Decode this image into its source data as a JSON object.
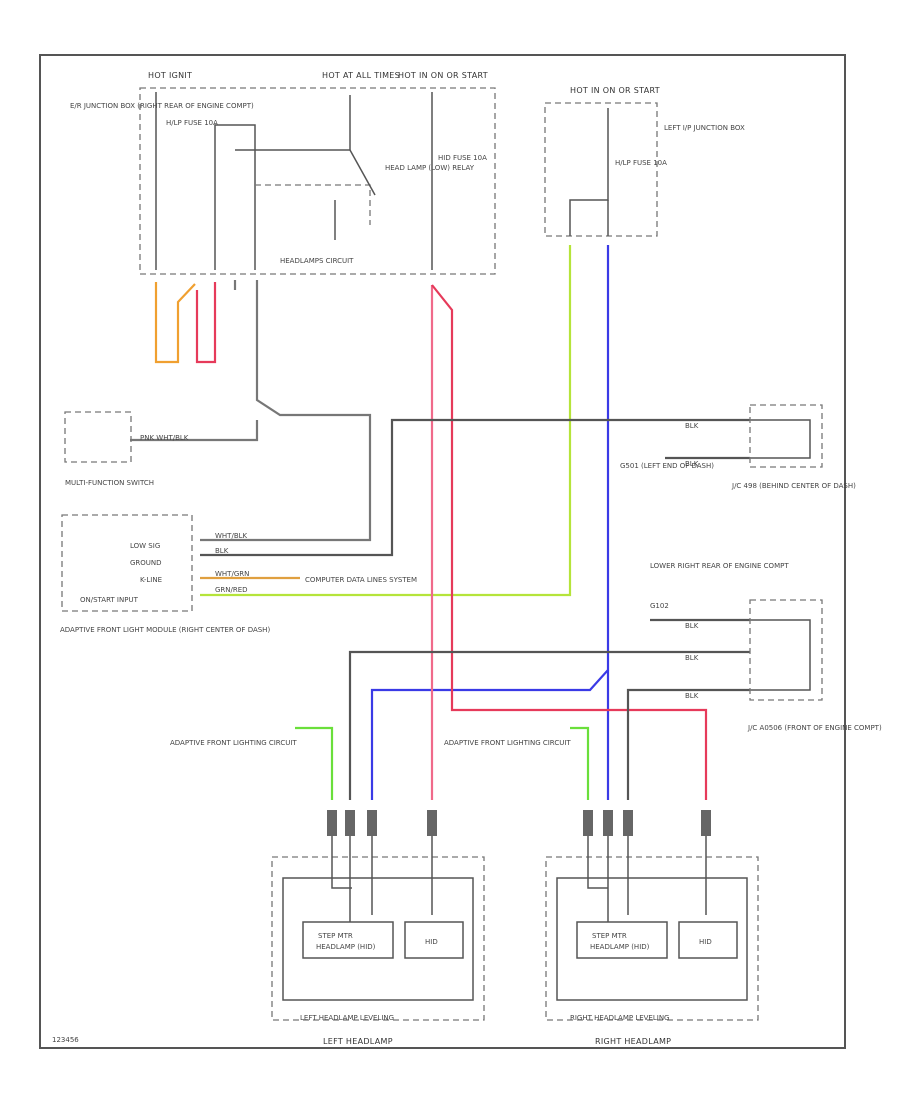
{
  "colors": {
    "black": "#5a5a5a",
    "red": "#e63a5a",
    "pink": "#f06a8a",
    "green": "#6adf3a",
    "lime": "#b5e43a",
    "blue": "#3a3ae6",
    "orange": "#f0a030",
    "yellow": "#e0e070",
    "gray": "#777777"
  },
  "labels": {
    "hot_at_all_times": "HOT AT ALL TIMES",
    "hot_in_on_1": "HOT IN ON OR START",
    "hot_in_on_2": "HOT IN ON OR START",
    "hot_ign": "HOT IGNIT",
    "er_junction_box": "E/R JUNCTION BOX (RIGHT REAR OF ENGINE COMPT)",
    "hid_fuse": "H/LP FUSE 10A",
    "hid_fuse_2": "HID FUSE 10A",
    "hid_fuse_3": "H/LP FUSE 10A",
    "head_lamp_relay": "HEAD LAMP (LOW) RELAY",
    "headlamps_circuit": "HEADLAMPS CIRCUIT",
    "left_ip_junction": "LEFT I/P JUNCTION BOX",
    "multifunction_switch": "MULTI-FUNCTION SWITCH",
    "g501": "G501 (LEFT END OF DASH)",
    "jc_498": "J/C 498 (BEHIND CENTER OF DASH)",
    "low_sig": "LOW SIG",
    "ground": "GROUND",
    "k_line": "K-LINE",
    "on_start_input": "ON/START INPUT",
    "computer_data": "COMPUTER DATA LINES SYSTEM",
    "afl_module": "ADAPTIVE FRONT LIGHT MODULE (RIGHT CENTER OF DASH)",
    "lower_right": "LOWER RIGHT REAR OF ENGINE COMPT",
    "g102": "G102",
    "jc_a2": "J/C A0506 (FRONT OF ENGINE COMPT)",
    "afl_circuit_left": "ADAPTIVE FRONT LIGHTING CIRCUIT",
    "afl_circuit_right": "ADAPTIVE FRONT LIGHTING CIRCUIT",
    "step_motor_l": "STEP MTR",
    "step_motor_l2": "HEADLAMP (HID)",
    "hid_l": "HID",
    "step_motor_r": "STEP MTR",
    "step_motor_r2": "HEADLAMP (HID)",
    "hid_r": "HID",
    "left_leveling": "LEFT HEADLAMP LEVELING",
    "right_leveling": "RIGHT HEADLAMP LEVELING",
    "left_headlamp": "LEFT HEADLAMP",
    "right_headlamp": "RIGHT HEADLAMP",
    "fig_code": "123456",
    "wire_wht_blk_1": "WHT/BLK",
    "wire_wht_blk_2": "PNK WHT/BLK",
    "wire_blk": "BLK",
    "wire_wht_grn": "WHT/GRN",
    "wire_grn_red": "GRN/RED",
    "wire_blk_a": "BLK",
    "wire_blk_b": "BLK",
    "wire_blk_c": "BLK",
    "wire_blk_d": "BLK",
    "wire_blk_e": "BLK"
  }
}
